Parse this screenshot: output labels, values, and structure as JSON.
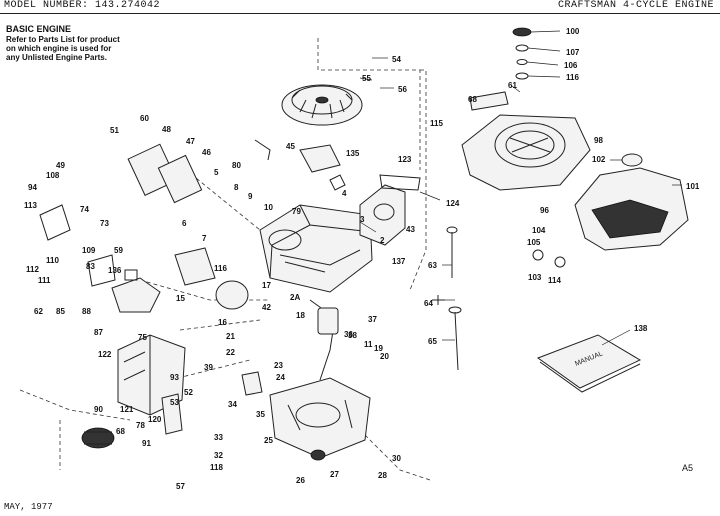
{
  "header": {
    "model": "MODEL NUMBER: 143.274042",
    "brand": "CRAFTSMAN 4-CYCLE ENGINE"
  },
  "section": {
    "title": "BASIC ENGINE",
    "note_lines": [
      "Refer to Parts List for product",
      "on which engine is used for",
      "any Unlisted Engine Parts."
    ]
  },
  "manual_label": "MANUAL",
  "footer": {
    "date": "MAY, 1977",
    "page": "A5"
  },
  "callouts": [
    "100",
    "107",
    "106",
    "116",
    "61",
    "68",
    "115",
    "98",
    "102",
    "101",
    "96",
    "104",
    "105",
    "103",
    "114",
    "54",
    "55",
    "56",
    "135",
    "80",
    "45",
    "4",
    "79",
    "5",
    "8",
    "9",
    "10",
    "6",
    "7",
    "3",
    "2",
    "123",
    "124",
    "43",
    "137",
    "63",
    "64",
    "65",
    "51",
    "60",
    "48",
    "47",
    "46",
    "49",
    "108",
    "94",
    "113",
    "74",
    "73",
    "112",
    "110",
    "111",
    "109",
    "59",
    "83",
    "136",
    "62",
    "85",
    "88",
    "87",
    "15",
    "116",
    "16",
    "2A",
    "42",
    "17",
    "18",
    "36",
    "37",
    "38",
    "11",
    "19",
    "20",
    "75",
    "122",
    "121",
    "120",
    "90",
    "21",
    "22",
    "23",
    "24",
    "93",
    "39",
    "53",
    "52",
    "78",
    "68",
    "91",
    "34",
    "35",
    "32",
    "33",
    "118",
    "57",
    "25",
    "26",
    "27",
    "28",
    "30",
    "138"
  ]
}
